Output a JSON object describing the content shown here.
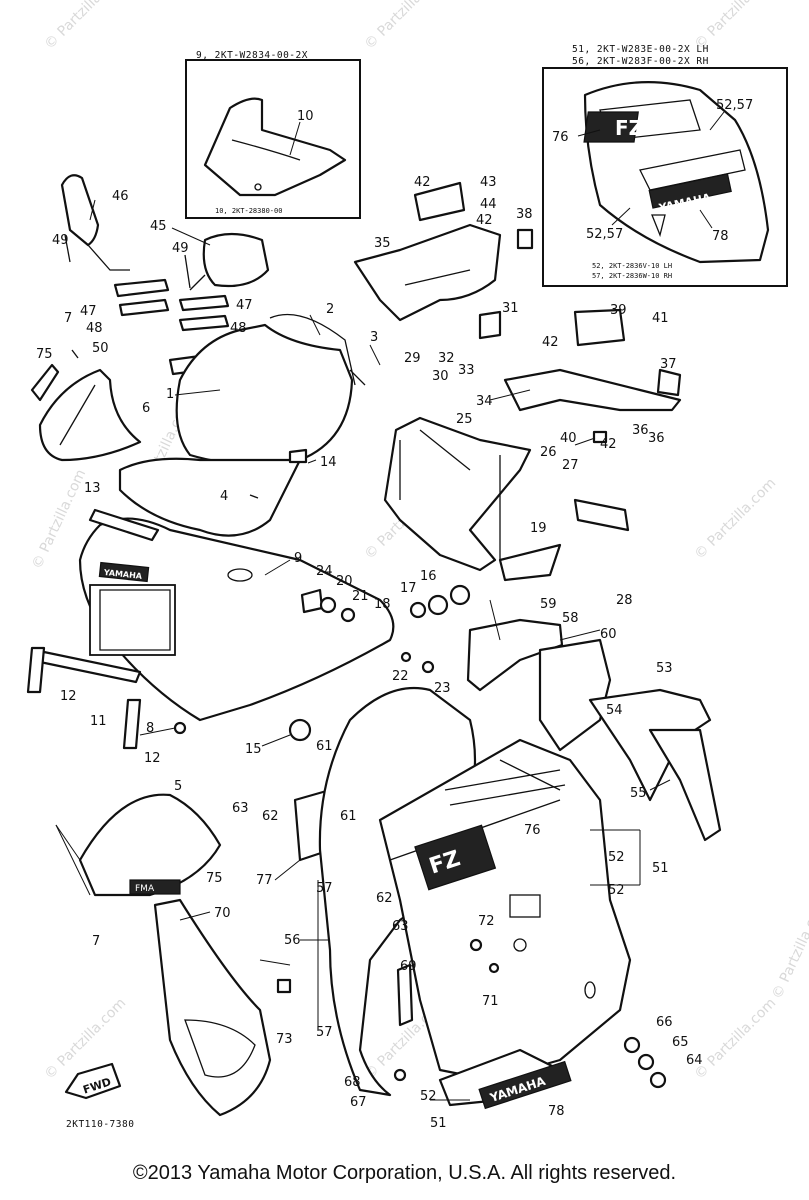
{
  "inset_top_left": {
    "header": "9, 2KT-W2834-00-2X",
    "footer": "10, 2KT-28380-00",
    "callouts": [
      "10"
    ]
  },
  "inset_top_right": {
    "header_lines": [
      "51, 2KT-W283E-00-2X LH",
      "56, 2KT-W283F-00-2X RH"
    ],
    "footer_lines": [
      "52, 2KT-2836V-10 LH",
      "57, 2KT-2836W-10 RH"
    ],
    "callouts": [
      "76",
      "52,57",
      "52,57",
      "78"
    ],
    "decal_text": "FZ",
    "brand_text": "YAMAHA"
  },
  "callouts": [
    "46",
    "45",
    "49",
    "49",
    "47",
    "47",
    "48",
    "48",
    "7",
    "50",
    "75",
    "6",
    "1",
    "2",
    "3",
    "14",
    "4",
    "13",
    "9",
    "24",
    "20",
    "21",
    "18",
    "17",
    "16",
    "12",
    "11",
    "12",
    "8",
    "15",
    "22",
    "23",
    "61",
    "63",
    "62",
    "61",
    "5",
    "75",
    "7",
    "70",
    "77",
    "57",
    "56",
    "57",
    "73",
    "69",
    "68",
    "67",
    "62",
    "63",
    "76",
    "72",
    "71",
    "52",
    "51",
    "52",
    "52",
    "51",
    "66",
    "65",
    "64",
    "78",
    "36",
    "35",
    "42",
    "43",
    "44",
    "42",
    "38",
    "31",
    "32",
    "33",
    "29",
    "30",
    "34",
    "25",
    "26",
    "27",
    "19",
    "28",
    "39",
    "41",
    "42",
    "37",
    "40",
    "42",
    "36",
    "59",
    "58",
    "60",
    "53",
    "54",
    "55"
  ],
  "fwd_label": "FWD",
  "brand_text": "YAMAHA",
  "decal_text": "FZ",
  "small_text": "FMA",
  "diagram_code": "2KT110-7380",
  "watermark": "© Partzilla.com",
  "copyright": "©2013  Yamaha Motor Corporation, U.S.A. All rights reserved."
}
